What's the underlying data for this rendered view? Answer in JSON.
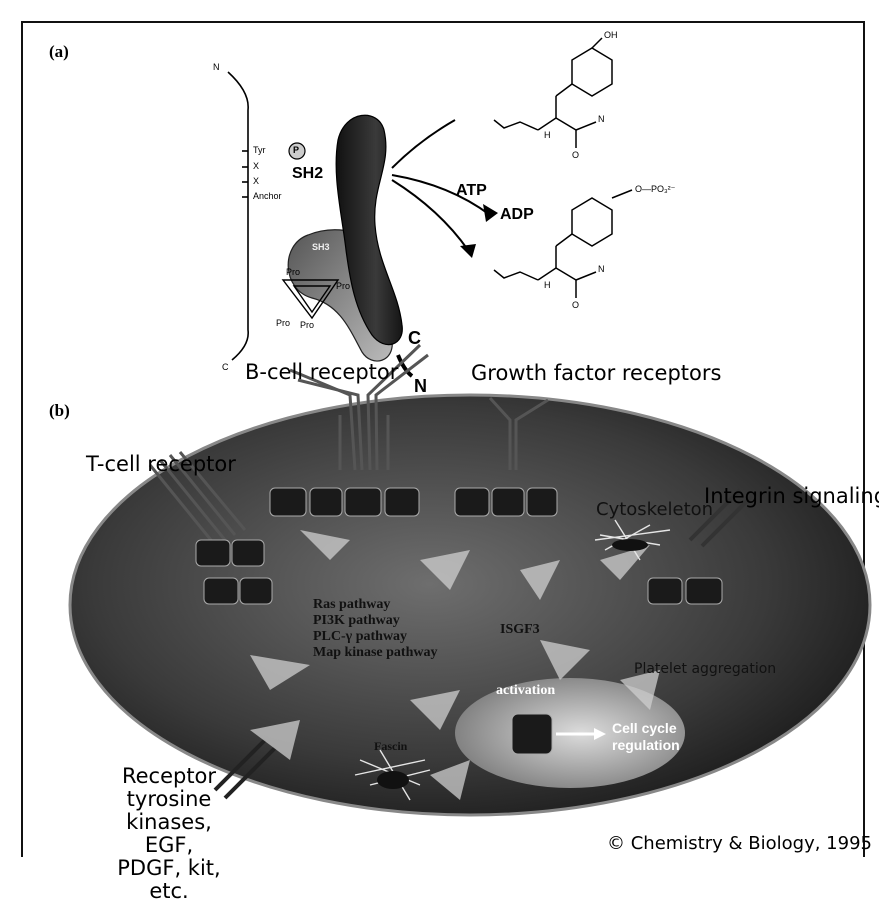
{
  "panel_a": {
    "label": "(a)",
    "peptide": {
      "n_term": "N",
      "c_term": "C",
      "tyr": "Tyr",
      "phospho": "P",
      "x1": "X",
      "x2": "X",
      "anchor": "Anchor"
    },
    "domains": {
      "sh2": "SH2",
      "sh3": "SH3"
    },
    "prolines": [
      "Pro",
      "Pro",
      "Pro",
      "Pro"
    ],
    "protein_termini": {
      "c": "C",
      "n": "N"
    },
    "reaction": {
      "atp": "ATP",
      "adp": "ADP"
    },
    "chem": {
      "oh": "OH",
      "phosphate": "O—PO₃²⁻",
      "h": "H",
      "n": "N",
      "o": "O"
    }
  },
  "panel_b": {
    "label": "(b)",
    "receptors": {
      "bcell": "B-cell receptor",
      "growth": "Growth factor receptors",
      "tcell": "T-cell receptor",
      "integrin": "Integrin signaling",
      "rtk": [
        "Receptor",
        "tyrosine",
        "kinases, EGF,",
        "PDGF, kit, etc."
      ]
    },
    "cell_labels": {
      "pathways": [
        "Ras pathway",
        "PI3K pathway",
        "PLC-γ pathway",
        "Map kinase pathway"
      ],
      "isgf3": "ISGF3",
      "cytoskeleton": "Cytoskeleton",
      "platelet": "Platelet aggregation",
      "activation": "activation",
      "cell_cycle": [
        "Cell cycle",
        "regulation"
      ],
      "fascin": "Fascin"
    }
  },
  "credit": "© Chemistry & Biology, 1995",
  "colors": {
    "cell_dark": "#2a2a2a",
    "cell_light": "#9a9a9a",
    "protein": "#1a1a1a",
    "line": "#000000"
  }
}
